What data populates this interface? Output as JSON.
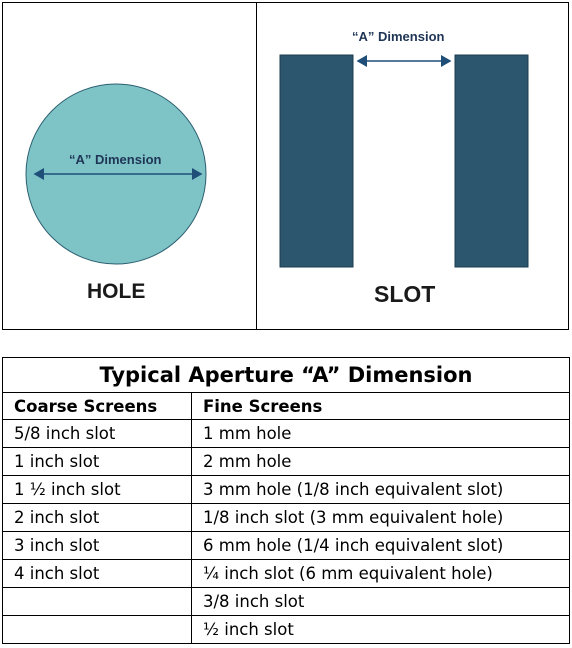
{
  "diagram": {
    "hole": {
      "dimension_label": "“A” Dimension",
      "name": "HOLE",
      "fill_color": "#7ec4c7"
    },
    "slot": {
      "dimension_label": "“A” Dimension",
      "name": "SLOT",
      "fill_color": "#2b566e"
    },
    "arrow_color": "#1f4e79"
  },
  "table": {
    "title": "Typical Aperture “A” Dimension",
    "columns": [
      "Coarse Screens",
      "Fine Screens"
    ],
    "rows": [
      [
        "5/8 inch slot",
        "1 mm hole"
      ],
      [
        "1 inch slot",
        "2 mm hole"
      ],
      [
        "1 ½ inch slot",
        "3 mm hole (1/8 inch equivalent slot)"
      ],
      [
        "2 inch slot",
        "1/8 inch slot (3 mm equivalent hole)"
      ],
      [
        "3 inch slot",
        "6 mm hole (1/4 inch equivalent slot)"
      ],
      [
        "4 inch slot",
        "¼ inch slot (6 mm equivalent hole)"
      ],
      [
        "",
        "3/8 inch slot"
      ],
      [
        "",
        "½ inch slot"
      ]
    ]
  }
}
